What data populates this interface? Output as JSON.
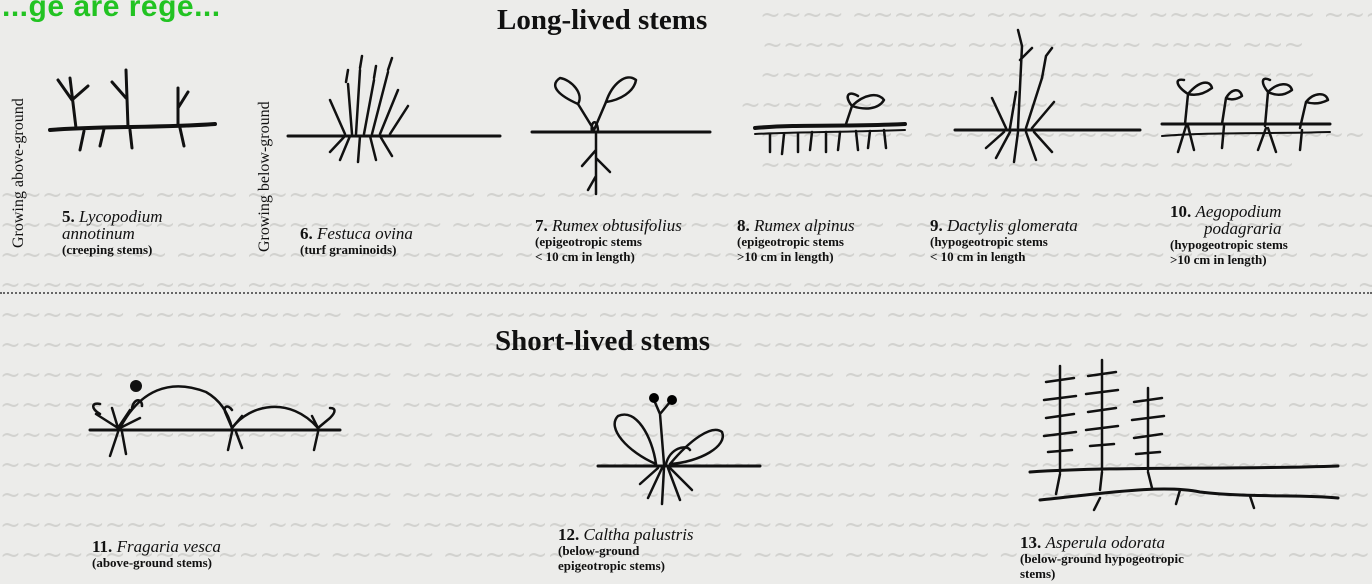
{
  "overlay_text": "...ge are rege...",
  "headings": {
    "long_lived": "Long-lived stems",
    "short_lived": "Short-lived stems"
  },
  "side_labels": {
    "above": "Growing above-ground",
    "below": "Growing below-ground"
  },
  "colors": {
    "overlay": "#22c322",
    "ink": "#111111",
    "paper": "#ececea"
  },
  "figures": [
    {
      "number": "5.",
      "name": "Lycopodium",
      "name2": "annotinum",
      "sub": [
        "(creeping stems)"
      ]
    },
    {
      "number": "6.",
      "name": "Festuca ovina",
      "name2": "",
      "sub": [
        "(turf graminoids)"
      ]
    },
    {
      "number": "7.",
      "name": "Rumex obtusifolius",
      "name2": "",
      "sub": [
        "(epigeotropic stems",
        "< 10 cm in length)"
      ]
    },
    {
      "number": "8.",
      "name": "Rumex alpinus",
      "name2": "",
      "sub": [
        "(epigeotropic stems",
        ">10 cm in length)"
      ]
    },
    {
      "number": "9.",
      "name": "Dactylis glomerata",
      "name2": "",
      "sub": [
        "(hypogeotropic stems",
        "< 10 cm in length"
      ]
    },
    {
      "number": "10.",
      "name": "Aegopodium",
      "name2": "podagraria",
      "sub": [
        "(hypogeotropic stems",
        ">10 cm in length)"
      ]
    },
    {
      "number": "11.",
      "name": "Fragaria vesca",
      "name2": "",
      "sub": [
        "(above-ground stems)"
      ]
    },
    {
      "number": "12.",
      "name": "Caltha palustris",
      "name2": "",
      "sub": [
        "(below-ground",
        "epigeotropic stems)"
      ]
    },
    {
      "number": "13.",
      "name": "Asperula odorata",
      "name2": "",
      "sub": [
        "(below-ground hypogeotropic",
        "stems)"
      ]
    }
  ]
}
